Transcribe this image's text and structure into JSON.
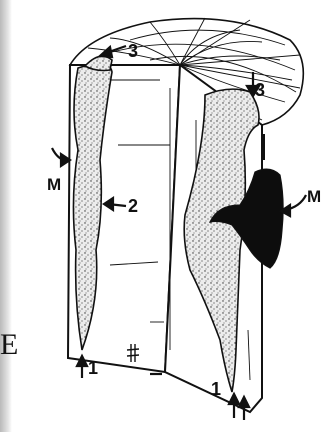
{
  "figure": {
    "edge_letter": "E",
    "labels": {
      "label_3_top_left": "3",
      "label_3_top_right": "3",
      "label_2": "2",
      "label_m_left": "M",
      "label_m_right": "M",
      "label_1_left": "1",
      "label_1_right": "1"
    },
    "colors": {
      "ink": "#111111",
      "stipple_fill": "#e9e9e9",
      "decay_fill": "#0d0d0d",
      "background": "#ffffff"
    }
  }
}
